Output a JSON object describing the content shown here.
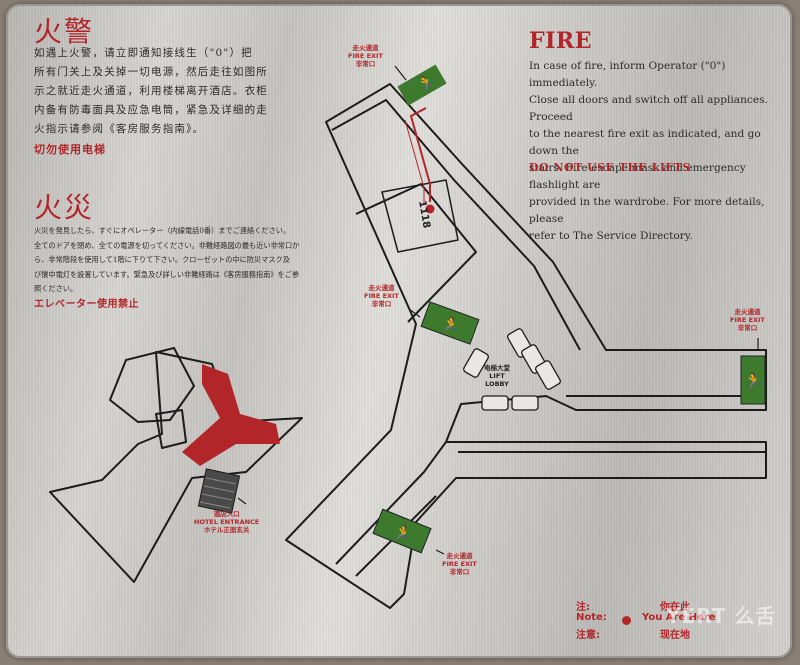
{
  "left_top": {
    "title": "火警",
    "lines": [
      "如遇上火警，请立即通知接线生（\"0\"）把",
      "所有门关上及关掉一切电源，然后走往如图所",
      "示之就近走火通道，利用楼梯离开酒店。衣柜",
      "内备有防毒面具及应急电筒，紧急及详细的走",
      "火指示请参阅《客房服务指南》。"
    ],
    "warning": "切勿使用电梯"
  },
  "left_mid": {
    "title": "火災",
    "lines": [
      "火災を発見したら、すぐにオペレーター（内線電話0番）までご連絡ください。",
      "全てのドアを閉め、全ての電源を切ってください。非難経路図の最も近い非常口か",
      "ら、非常階段を使用して1階に下りて下さい。クローゼットの中に防災マスク及",
      "び懐中電灯を設置しています。緊急及び詳しい非難経路は《客房服務指南》をご参",
      "照ください。"
    ],
    "warning": "エレベーター使用禁止"
  },
  "fire": {
    "title": "FIRE",
    "lines": [
      "In case of fire, inform Operator (\"0\") immediately.",
      "Close all doors and switch off all appliances. Proceed",
      "to the nearest fire exit as indicated, and go down the",
      "stairs. Fire escape mask and emergency flashlight are",
      "provided in the wardrobe. For more details, please",
      "refer to The Service Directory."
    ],
    "warning": "DO NOT USE THE LIFTS"
  },
  "map": {
    "room_number": "1118",
    "exit_top": [
      "走火通道",
      "FIRE EXIT",
      "非常口"
    ],
    "exit_left_upper": [
      "走火通道",
      "FIRE EXIT",
      "非常口"
    ],
    "exit_right": [
      "走火通道",
      "FIRE EXIT",
      "非常口"
    ],
    "exit_bottom": [
      "走火通道",
      "FIRE EXIT",
      "非常口"
    ],
    "lift_lobby": [
      "电梯大堂",
      "LIFT",
      "LOBBY"
    ],
    "hotel_entrance": [
      "酒店入口",
      "HOTEL ENTRANCE",
      "ホテル正面玄关"
    ]
  },
  "note": {
    "label_zh": "注:",
    "label_en": "Note:",
    "label_ja": "注意:",
    "you_are_here_zh": "你在此",
    "you_are_here_en": "You Are Here",
    "you_are_here_ja": "现在地"
  },
  "watermark": "YERT 么舌",
  "colors": {
    "accent_red": "#b2262a",
    "exit_green": "#3e7a2e"
  }
}
